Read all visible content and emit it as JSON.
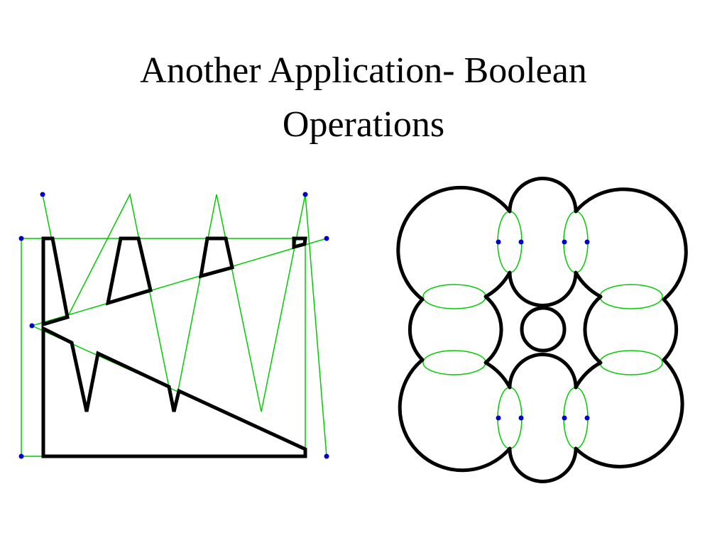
{
  "slide": {
    "title_line1": "Another Application- Boolean",
    "title_line2": "Operations"
  },
  "colors": {
    "background": "#ffffff",
    "result_outline": "#000000",
    "construction_line": "#00cc00",
    "vertex_point": "#0000cc"
  },
  "figures": [
    {
      "name": "polygon-boolean-figure",
      "description_shown": false
    },
    {
      "name": "circle-boolean-figure",
      "description_shown": false
    }
  ]
}
